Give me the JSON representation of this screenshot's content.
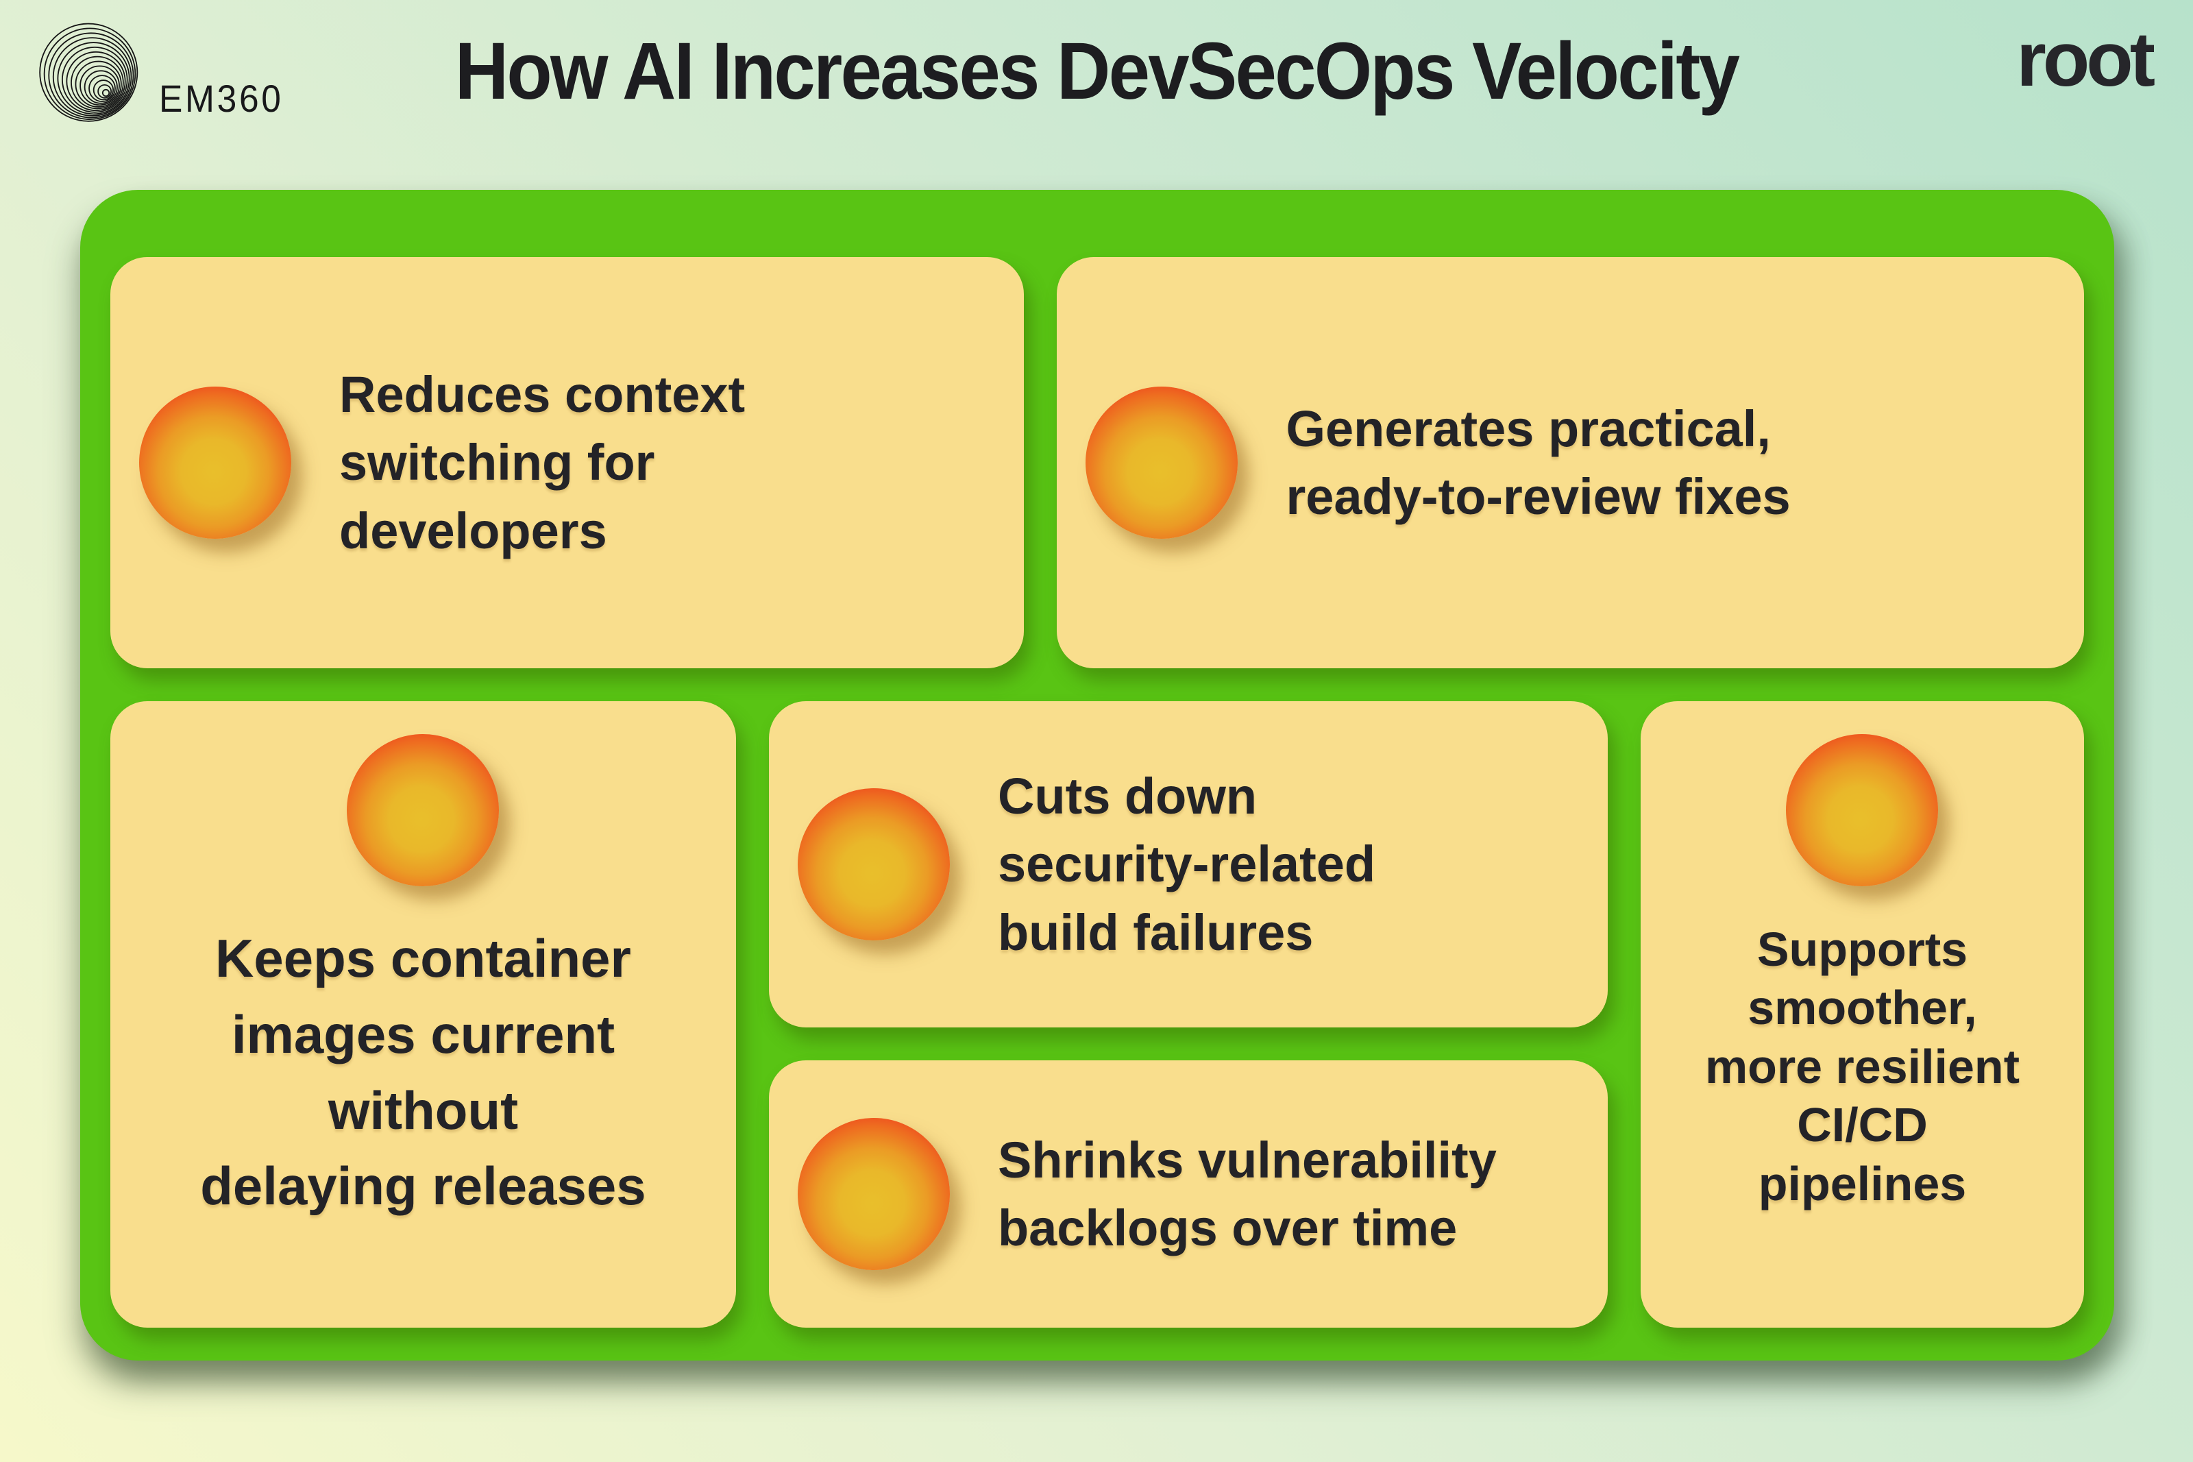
{
  "header": {
    "brand": "EM360",
    "title": "How AI Increases DevSecOps Velocity",
    "partner": "root"
  },
  "palette": {
    "background_mint": "#B7E2CB",
    "background_yellow": "#F6F8CA",
    "panel_green": "#59C414",
    "card_yellow": "#F9DE8D",
    "bullet_core_yellow": "#E9BF2B",
    "bullet_edge_red": "#F1301C",
    "text_dark": "#232327"
  },
  "cards": [
    {
      "id": "reduces-context-switching",
      "text": "Reduces context\nswitching for\ndevelopers"
    },
    {
      "id": "generates-fixes",
      "text": "Generates practical,\nready-to-review fixes"
    },
    {
      "id": "keeps-container-images",
      "text": "Keeps container\nimages current\nwithout\ndelaying releases"
    },
    {
      "id": "cuts-build-failures",
      "text": "Cuts down\nsecurity-related\nbuild failures"
    },
    {
      "id": "shrinks-backlogs",
      "text": "Shrinks vulnerability\nbacklogs over time"
    },
    {
      "id": "supports-cicd",
      "text": "Supports\nsmoother,\nmore resilient\nCI/CD\npipelines"
    }
  ]
}
